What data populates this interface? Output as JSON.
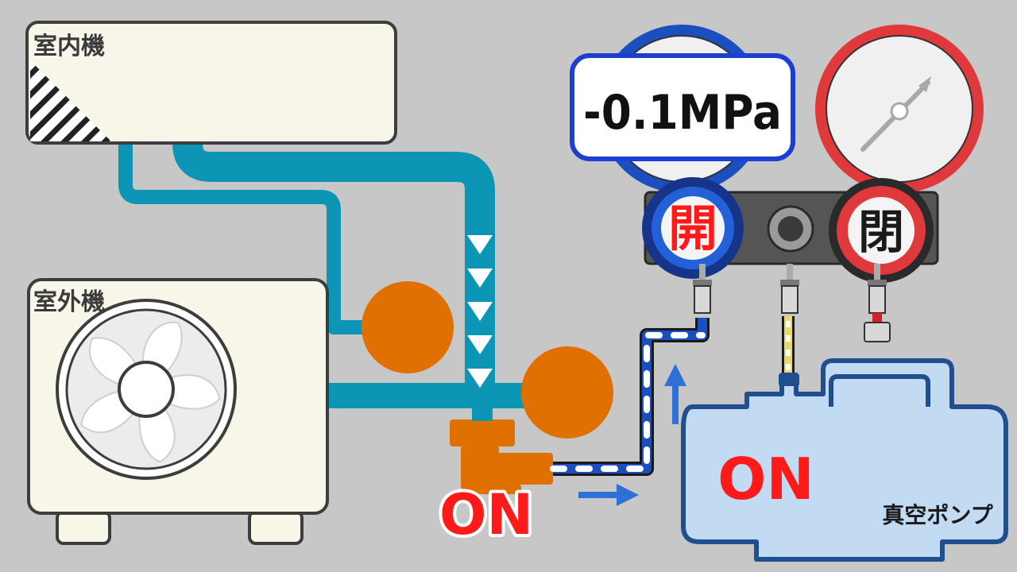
{
  "labels": {
    "indoor_unit": "室内機",
    "outdoor_unit": "室外機",
    "vacuum_pump": "真空ポンプ"
  },
  "gauge": {
    "pressure_readout": "-0.1MPa",
    "low_side_valve": "開",
    "high_side_valve": "閉"
  },
  "status": {
    "outdoor_valve_state": "ON",
    "pump_state": "ON"
  },
  "colors": {
    "background": "#c7c7c7",
    "pipe": "#0c95b5",
    "valve": "#e07000",
    "low_gauge": "#1b4fbf",
    "high_gauge": "#e0393b",
    "pump_body": "#c2daf2",
    "pump_outline": "#1f4f8e",
    "on_text": "#ff1a1a",
    "arrow": "#2f6fd8"
  }
}
